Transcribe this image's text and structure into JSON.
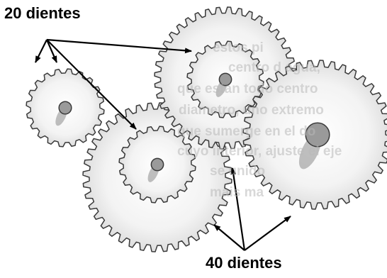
{
  "labels": {
    "small_gears": "20 dientes",
    "large_gears": "40 dientes"
  },
  "background_text_lines": [
    "estos pi",
    "centro d agua,",
    "que estan todo centro",
    "diametro, uno extremo",
    "que sumerge en el do",
    "cuyo interior, ajuste el eje",
    "se unido",
    "mais ma"
  ],
  "colors": {
    "ink": "#000000",
    "gear_stroke": "#3a3a3a",
    "gear_fill": "#f2f2f2",
    "hub_fill": "#9a9a9a",
    "shadow": "#8c8c8c",
    "background": "#ffffff"
  },
  "gears": {
    "small_teeth": 20,
    "large_teeth": 40
  }
}
